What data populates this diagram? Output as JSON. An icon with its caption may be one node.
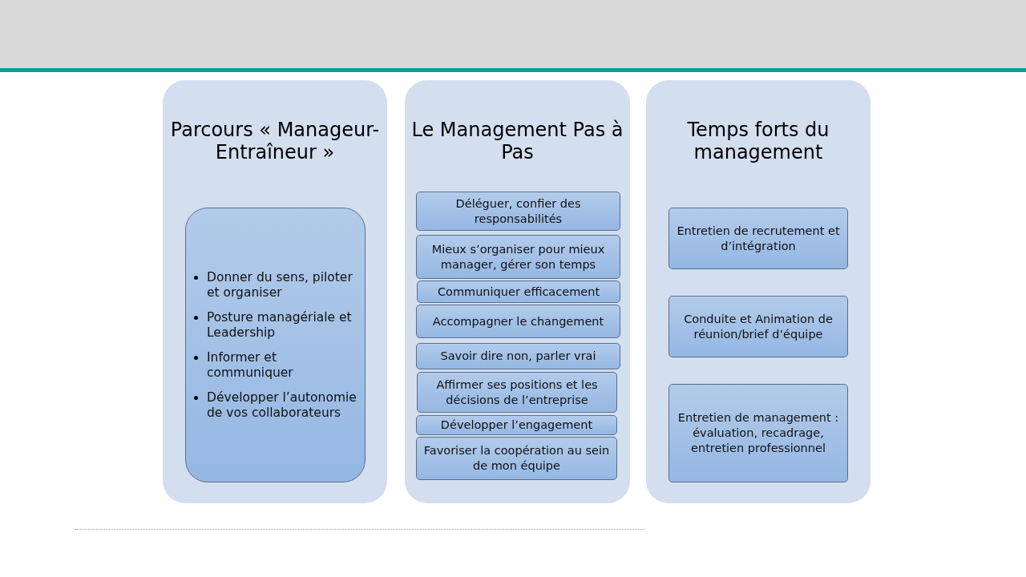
{
  "diagram": {
    "nodes": [
      {
        "text": [
          "Parcours « Manageur-Entraîneur »"
        ]
      },
      {
        "text": [
          "Donner du sens, piloter et organiser",
          "Posture managériale et Leadership",
          "Informer et communiquer",
          "Développer l’autonomie de vos collaborateurs"
        ],
        "in": 0
      },
      {
        "text": [
          "Le Management Pas à Pas"
        ]
      },
      {
        "text": [
          "Déléguer, confier des responsabilités"
        ],
        "in": 2
      },
      {
        "text": [
          "Mieux s’organiser pour mieux manager, gérer son temps"
        ],
        "in": 2
      },
      {
        "text": [
          "Communiquer efficacement"
        ],
        "in": 2
      },
      {
        "text": [
          "Accompagner le changement"
        ],
        "in": 2
      },
      {
        "text": [
          "Savoir dire non, parler vrai"
        ],
        "in": 2
      },
      {
        "text": [
          "Affirmer ses positions et les décisions de l’entreprise"
        ],
        "in": 2
      },
      {
        "text": [
          "Développer l’engagement"
        ],
        "in": 2
      },
      {
        "text": [
          "Favoriser la coopération au sein de mon équipe"
        ],
        "in": 2
      },
      {
        "text": [
          "Temps forts du management"
        ]
      },
      {
        "text": [
          "Entretien de recrutement et d’intégration"
        ],
        "in": 11
      },
      {
        "text": [
          "Conduite et Animation de réunion/brief d’équipe"
        ],
        "in": 11
      },
      {
        "text": [
          "Entretien de management : évaluation, recadrage, entretien professionnel"
        ],
        "in": 11
      }
    ]
  }
}
